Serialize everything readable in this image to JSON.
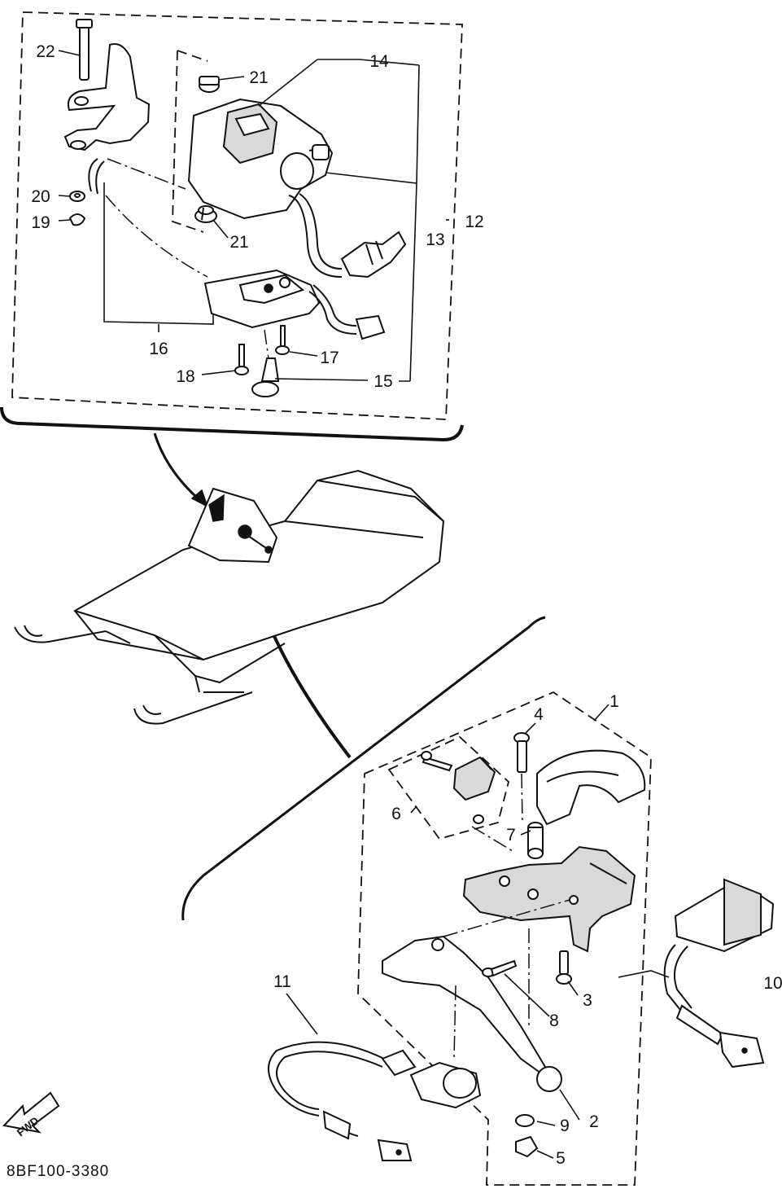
{
  "figure": {
    "drawing_code": "8BF100-3380",
    "fwd_label": "FWD"
  },
  "callouts": {
    "c1": "1",
    "c2": "2",
    "c3": "3",
    "c4": "4",
    "c5": "5",
    "c6": "6",
    "c7": "7",
    "c8": "8",
    "c9": "9",
    "c10": "10",
    "c11": "11",
    "c12": "12",
    "c13": "13",
    "c14": "14",
    "c15": "15",
    "c16": "16",
    "c17": "17",
    "c18": "18",
    "c19": "19",
    "c20": "20",
    "c21a": "21",
    "c21b": "21",
    "c22": "22"
  }
}
